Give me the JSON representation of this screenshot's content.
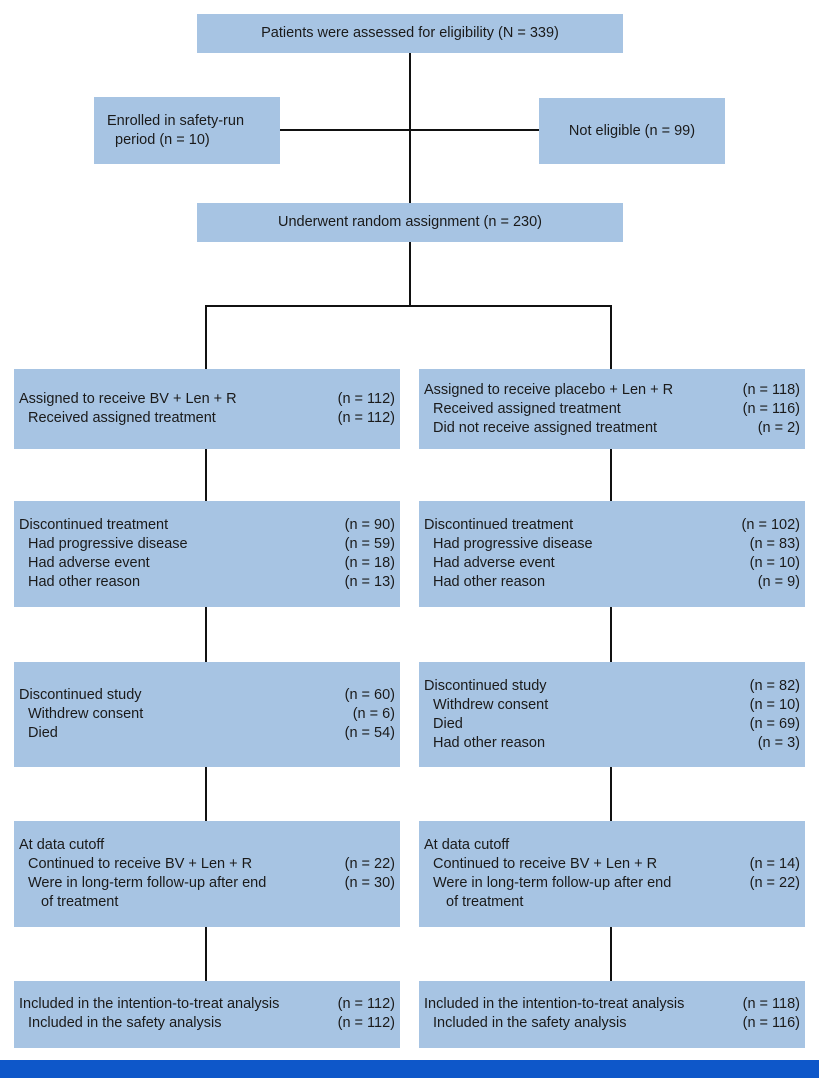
{
  "top": {
    "assessed": "Patients were assessed for eligibility (N = 339)"
  },
  "side": {
    "enrolled_line1": "Enrolled in safety-run",
    "enrolled_line2": "period (n = 10)",
    "not_eligible": "Not eligible (n = 99)"
  },
  "randomized": "Underwent random assignment (n = 230)",
  "left": {
    "assigned": [
      {
        "label": "Assigned to receive BV + Len + R",
        "count": "(n = 112)"
      },
      {
        "label": "Received assigned treatment",
        "count": "(n = 112)"
      }
    ],
    "discontinued_treatment": [
      {
        "label": "Discontinued treatment",
        "count": "(n = 90)"
      },
      {
        "label": "Had progressive disease",
        "count": "(n = 59)"
      },
      {
        "label": "Had adverse event",
        "count": "(n = 18)"
      },
      {
        "label": "Had other reason",
        "count": "(n = 13)"
      }
    ],
    "discontinued_study": [
      {
        "label": "Discontinued study",
        "count": "(n = 60)"
      },
      {
        "label": "Withdrew consent",
        "count": "(n = 6)"
      },
      {
        "label": "Died",
        "count": "(n = 54)"
      }
    ],
    "cutoff": {
      "heading": "At data cutoff",
      "continued": {
        "label": "Continued to receive BV + Len + R",
        "count": "(n = 22)"
      },
      "followup": {
        "label": "Were in long-term follow-up after end",
        "count": "(n = 30)"
      },
      "followup_cont": "of treatment"
    },
    "analysis": [
      {
        "label": "Included in the intention-to-treat analysis",
        "count": "(n = 112)"
      },
      {
        "label": "Included in the safety analysis",
        "count": "(n = 112)"
      }
    ]
  },
  "right": {
    "assigned": [
      {
        "label": "Assigned to receive placebo + Len + R",
        "count": "(n = 118)"
      },
      {
        "label": "Received assigned treatment",
        "count": "(n = 116)"
      },
      {
        "label": "Did not receive assigned treatment",
        "count": "(n = 2)"
      }
    ],
    "discontinued_treatment": [
      {
        "label": "Discontinued treatment",
        "count": "(n = 102)"
      },
      {
        "label": "Had progressive disease",
        "count": "(n = 83)"
      },
      {
        "label": "Had adverse event",
        "count": "(n = 10)"
      },
      {
        "label": "Had other reason",
        "count": "(n = 9)"
      }
    ],
    "discontinued_study": [
      {
        "label": "Discontinued study",
        "count": "(n = 82)"
      },
      {
        "label": "Withdrew consent",
        "count": "(n = 10)"
      },
      {
        "label": "Died",
        "count": "(n = 69)"
      },
      {
        "label": "Had other reason",
        "count": "(n = 3)"
      }
    ],
    "cutoff": {
      "heading": "At data cutoff",
      "continued": {
        "label": "Continued to receive BV + Len + R",
        "count": "(n = 14)"
      },
      "followup": {
        "label": "Were in long-term follow-up after end",
        "count": "(n = 22)"
      },
      "followup_cont": "of treatment"
    },
    "analysis": [
      {
        "label": "Included in the intention-to-treat analysis",
        "count": "(n = 118)"
      },
      {
        "label": "Included in the safety analysis",
        "count": "(n = 116)"
      }
    ]
  },
  "colors": {
    "box": "#a7c4e3",
    "line": "#111111",
    "footer": "#0e57c9"
  }
}
